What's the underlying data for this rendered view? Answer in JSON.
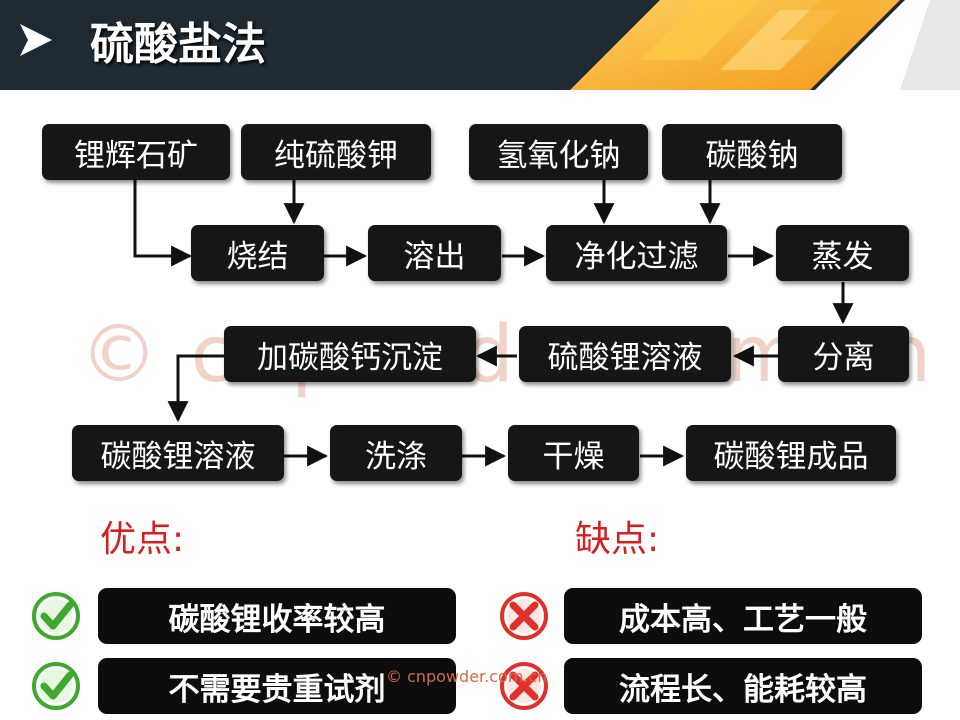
{
  "header": {
    "title": "硫酸盐法"
  },
  "watermark": {
    "large": "© cnpowder.com.cn",
    "small": "© cnpowder.com.cn"
  },
  "flow": {
    "inputs": {
      "spodumene": "锂辉石矿",
      "k2so4": "纯硫酸钾",
      "naoh": "氢氧化钠",
      "na2co3": "碳酸钠"
    },
    "steps": {
      "sinter": "烧结",
      "leach": "溶出",
      "purify": "净化过滤",
      "evaporate": "蒸发",
      "separate": "分离",
      "li2so4_solution": "硫酸锂溶液",
      "precipitate": "加碳酸钙沉淀",
      "li2co3_solution": "碳酸锂溶液",
      "wash": "洗涤",
      "dry": "干燥",
      "product": "碳酸锂成品"
    }
  },
  "advantages": {
    "label": "优点:",
    "items": [
      "碳酸锂收率较高",
      "不需要贵重试剂"
    ]
  },
  "disadvantages": {
    "label": "缺点:",
    "items": [
      "成本高、工艺一般",
      "流程长、能耗较高"
    ]
  },
  "colors": {
    "header_bg": "#1f2a33",
    "header_accent": "#f5a623",
    "node_bg": "#161616",
    "pro_con_label": "#d81f1f",
    "check_green": "#3ea82f",
    "cross_red": "#e0302a"
  },
  "icons": {
    "header_arrow": "chevron-right-icon",
    "advantage": "check-circle-icon",
    "disadvantage": "cross-circle-icon"
  }
}
